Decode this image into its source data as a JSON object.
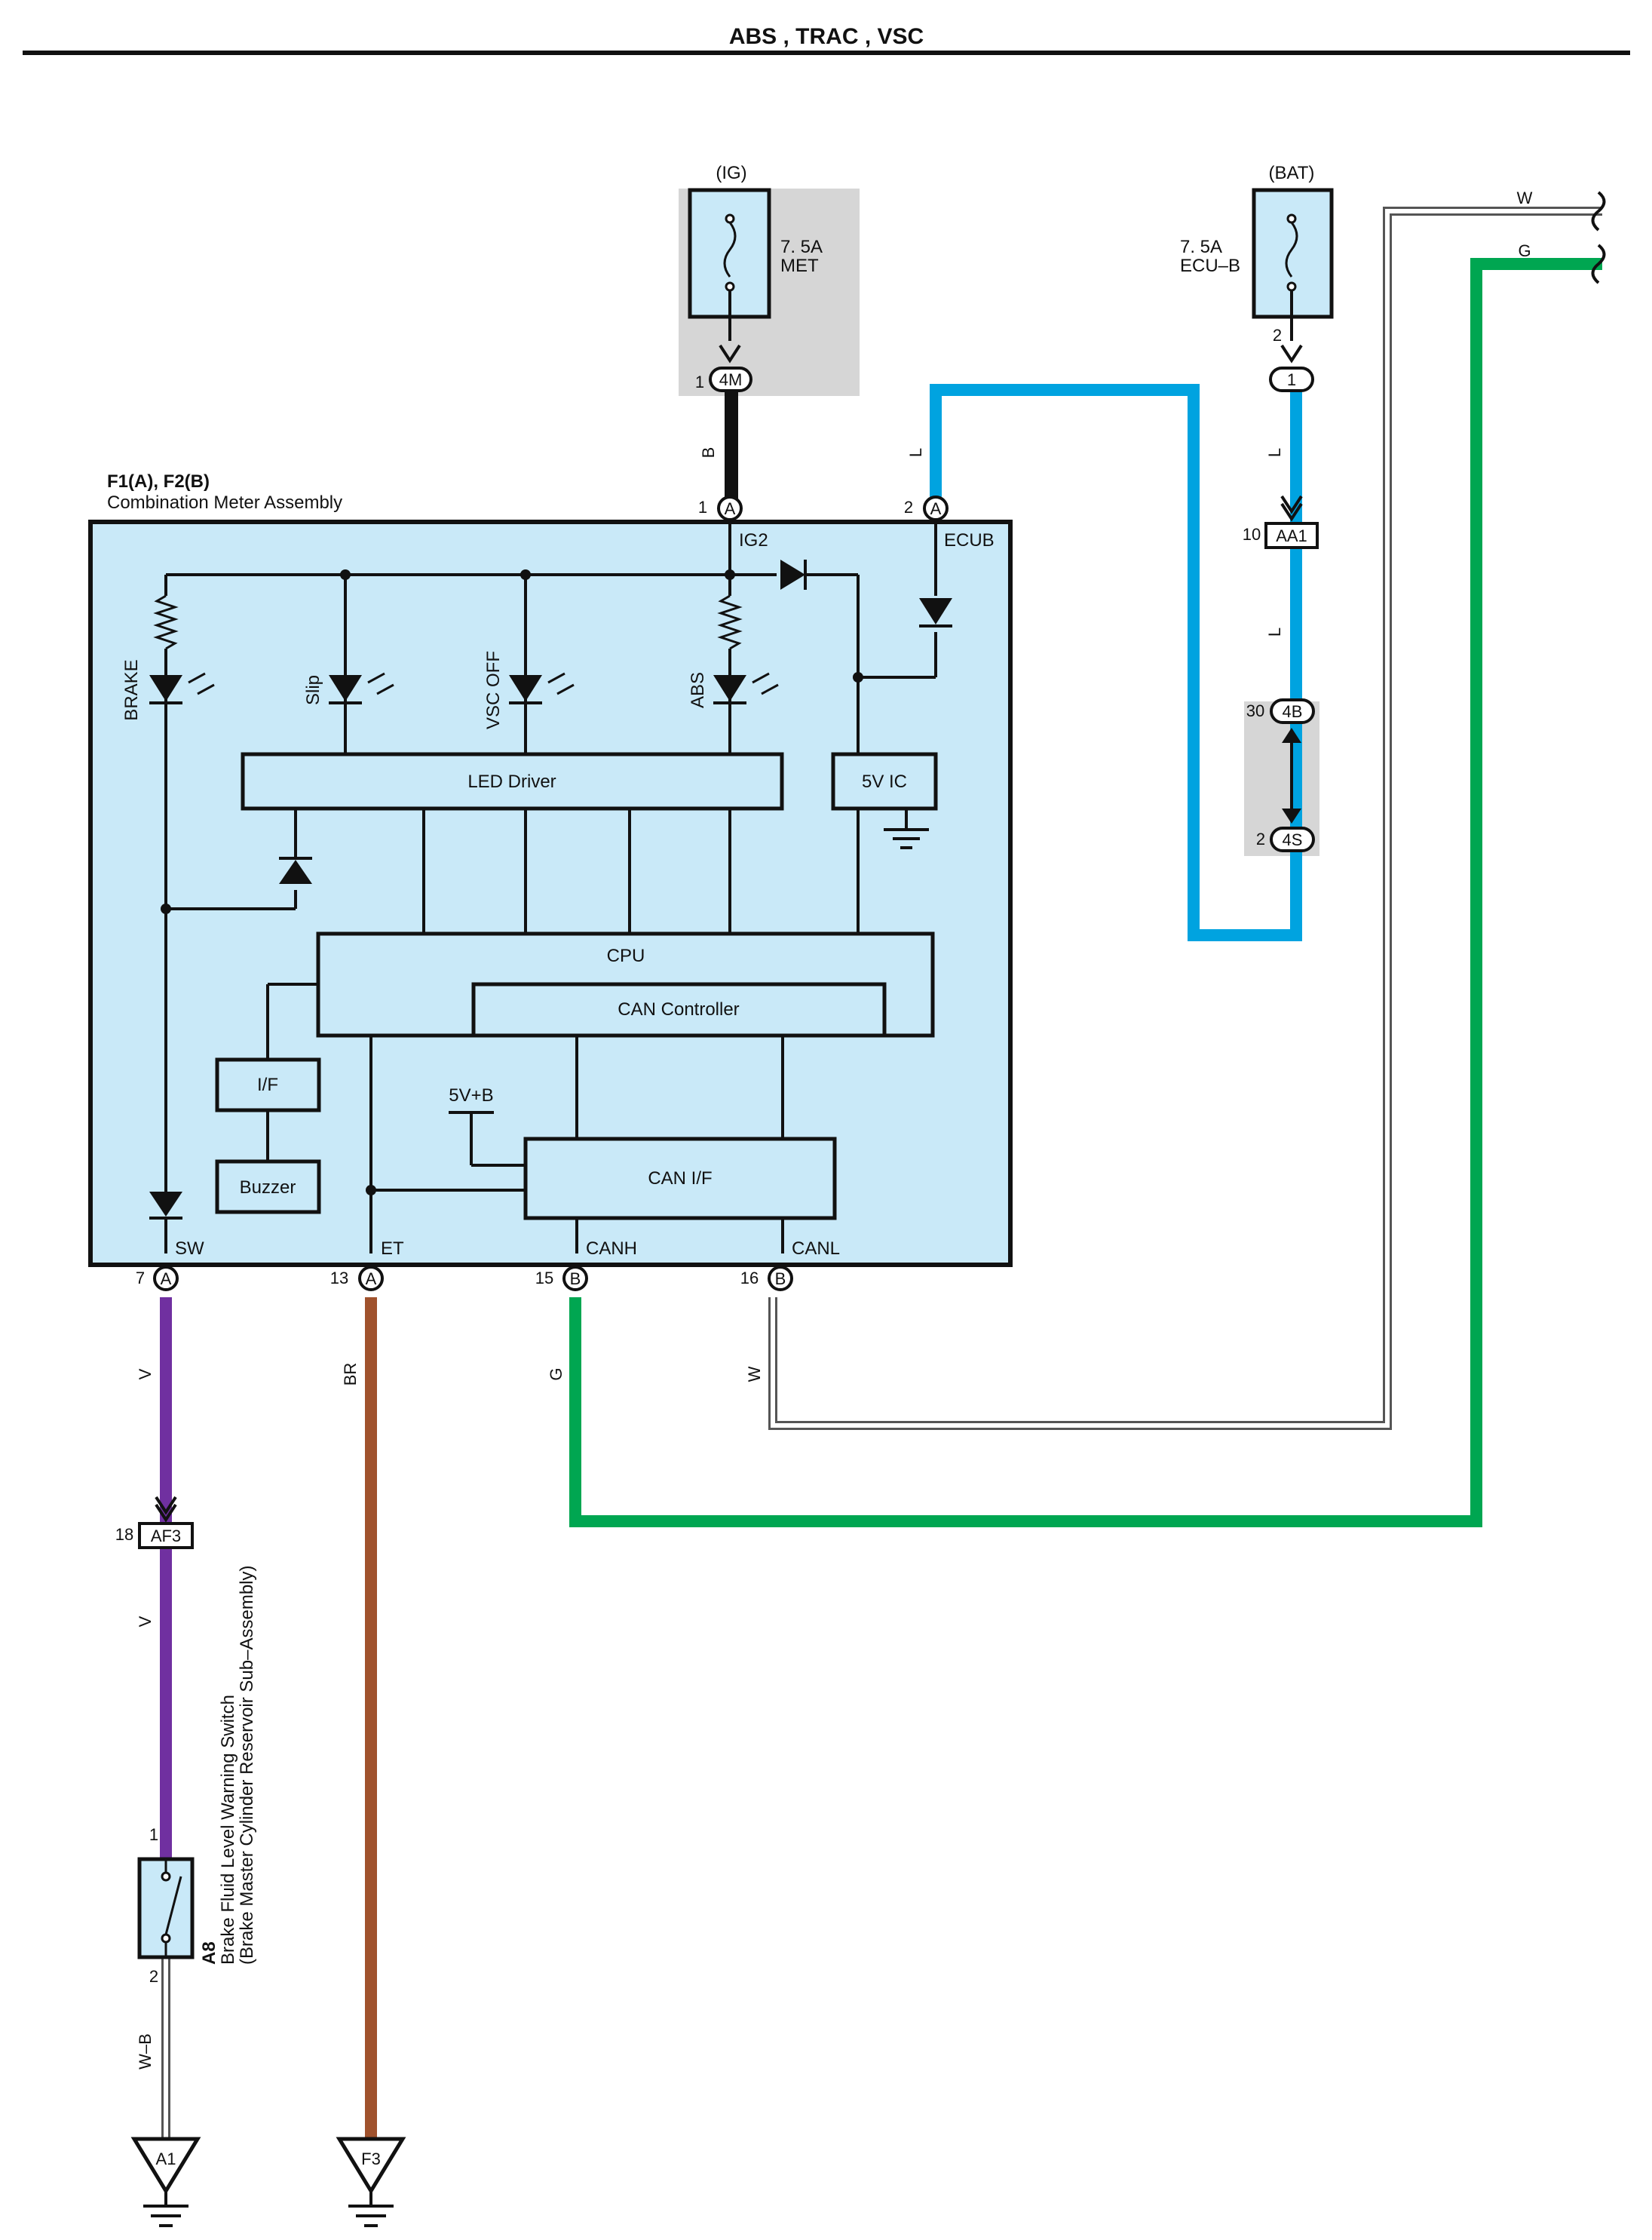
{
  "title": "ABS , TRAC , VSC",
  "fuses": {
    "ig": {
      "header": "(IG)",
      "rating": "7. 5A",
      "name": "MET",
      "pin": "1",
      "connector": "4M"
    },
    "bat": {
      "header": "(BAT)",
      "rating": "7. 5A",
      "name": "ECU–B",
      "pin": "2",
      "connector": "1"
    }
  },
  "meter": {
    "id": "F1(A), F2(B)",
    "name": "Combination Meter Assembly",
    "pins": {
      "ig2": {
        "num": "1",
        "conn": "A",
        "label": "IG2"
      },
      "ecub": {
        "num": "2",
        "conn": "A",
        "label": "ECUB"
      },
      "sw": {
        "num": "7",
        "conn": "A",
        "label": "SW"
      },
      "et": {
        "num": "13",
        "conn": "A",
        "label": "ET"
      },
      "canh": {
        "num": "15",
        "conn": "B",
        "label": "CANH"
      },
      "canl": {
        "num": "16",
        "conn": "B",
        "label": "CANL"
      }
    },
    "indicators": {
      "brake": "BRAKE",
      "slip": "Slip",
      "vsc_off": "VSC OFF",
      "abs": "ABS"
    },
    "blocks": {
      "led_driver": "LED Driver",
      "ic_5v": "5V IC",
      "cpu": "CPU",
      "can_controller": "CAN Controller",
      "i_f": "I/F",
      "buzzer": "Buzzer",
      "can_if": "CAN I/F",
      "v5b": "5V+B"
    }
  },
  "connectors": {
    "aa1": {
      "pin": "10",
      "name": "AA1"
    },
    "j4b": {
      "pin": "30",
      "name": "4B"
    },
    "j4s": {
      "pin": "2",
      "name": "4S"
    },
    "af3": {
      "pin": "18",
      "name": "AF3"
    }
  },
  "wire_colors": {
    "b": "B",
    "l": "L",
    "v": "V",
    "br": "BR",
    "g": "G",
    "w": "W",
    "wb": "W–B"
  },
  "switch_a8": {
    "id": "A8",
    "name": "Brake Fluid Level Warning Switch",
    "sub": "(Brake Master Cylinder Reservoir Sub–Assembly)",
    "pin1": "1",
    "pin2": "2"
  },
  "grounds": {
    "a1": "A1",
    "f3": "F3"
  },
  "colors": {
    "blue": "#00a3e0",
    "green": "#00a651",
    "purple": "#7030a0",
    "brown": "#a0522d",
    "light_blue": "#c9e9f8",
    "gray": "#d6d6d6"
  }
}
